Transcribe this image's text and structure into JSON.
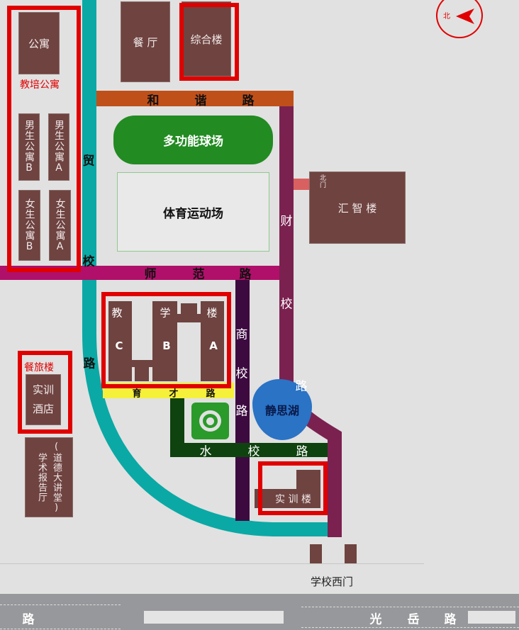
{
  "compass": {
    "label": "北"
  },
  "buildings": {
    "apartment": "公寓",
    "teacher_apartment_label": "教培公寓",
    "male_b": "男生公寓B",
    "male_a": "男生公寓A",
    "female_b": "女生公寓B",
    "female_a": "女生公寓A",
    "canteen": "餐 厅",
    "complex": "综合楼",
    "court": "多功能球场",
    "stadium": "体育运动场",
    "huizhi": "汇 智 楼",
    "north_gate": "北门",
    "teaching": [
      "教",
      "学",
      "楼"
    ],
    "teaching_wings": [
      "C",
      "B",
      "A"
    ],
    "hotel_label": "餐旅楼",
    "hotel": "实训酒店",
    "lecture_hall": "学术报告厅",
    "lecture_hall_sub": "(道德大讲堂)",
    "lake": "静思湖",
    "training": "实 训 楼",
    "west_gate": "学校西门"
  },
  "roads": {
    "hexie": [
      "和",
      "谐",
      "路"
    ],
    "shifan": [
      "师",
      "范",
      "路"
    ],
    "maoxiao": [
      "贸",
      "校",
      "路"
    ],
    "caixiao": [
      "财",
      "校",
      "路"
    ],
    "shangxiao": [
      "商",
      "校",
      "路"
    ],
    "shuixiao": [
      "水",
      "校",
      "路"
    ],
    "yucai": [
      "育",
      "才",
      "路"
    ],
    "bottom_left": "路",
    "guangyue": [
      "光",
      "岳",
      "路"
    ]
  },
  "colors": {
    "building": "#6e4340",
    "highlight": "#e00000",
    "maoxiao": "#0aa9a5",
    "hexie": "#c0501a",
    "shifan": "#b0106a",
    "caixiao": "#7b2150",
    "shangxiao": "#3d0a40",
    "shuixiao": "#0e420e",
    "yucai": "#f5f03a",
    "court": "#228b22",
    "lake": "#2a73c5"
  }
}
